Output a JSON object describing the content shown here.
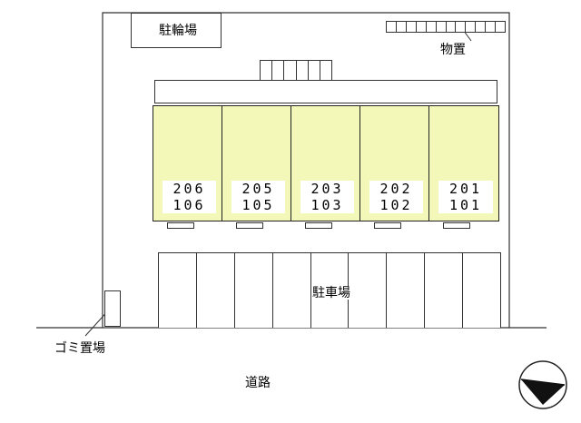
{
  "labels": {
    "bicycle_parking": "駐輪場",
    "storage": "物置",
    "parking": "駐車場",
    "garbage": "ゴミ置場",
    "road": "道路"
  },
  "units": [
    {
      "upper": "206",
      "lower": "106"
    },
    {
      "upper": "205",
      "lower": "105"
    },
    {
      "upper": "203",
      "lower": "103"
    },
    {
      "upper": "202",
      "lower": "102"
    },
    {
      "upper": "201",
      "lower": "101"
    }
  ],
  "colors": {
    "unit_fill": "#f3f7b7",
    "line": "#333333"
  },
  "icons": [
    "north-arrow-icon"
  ]
}
